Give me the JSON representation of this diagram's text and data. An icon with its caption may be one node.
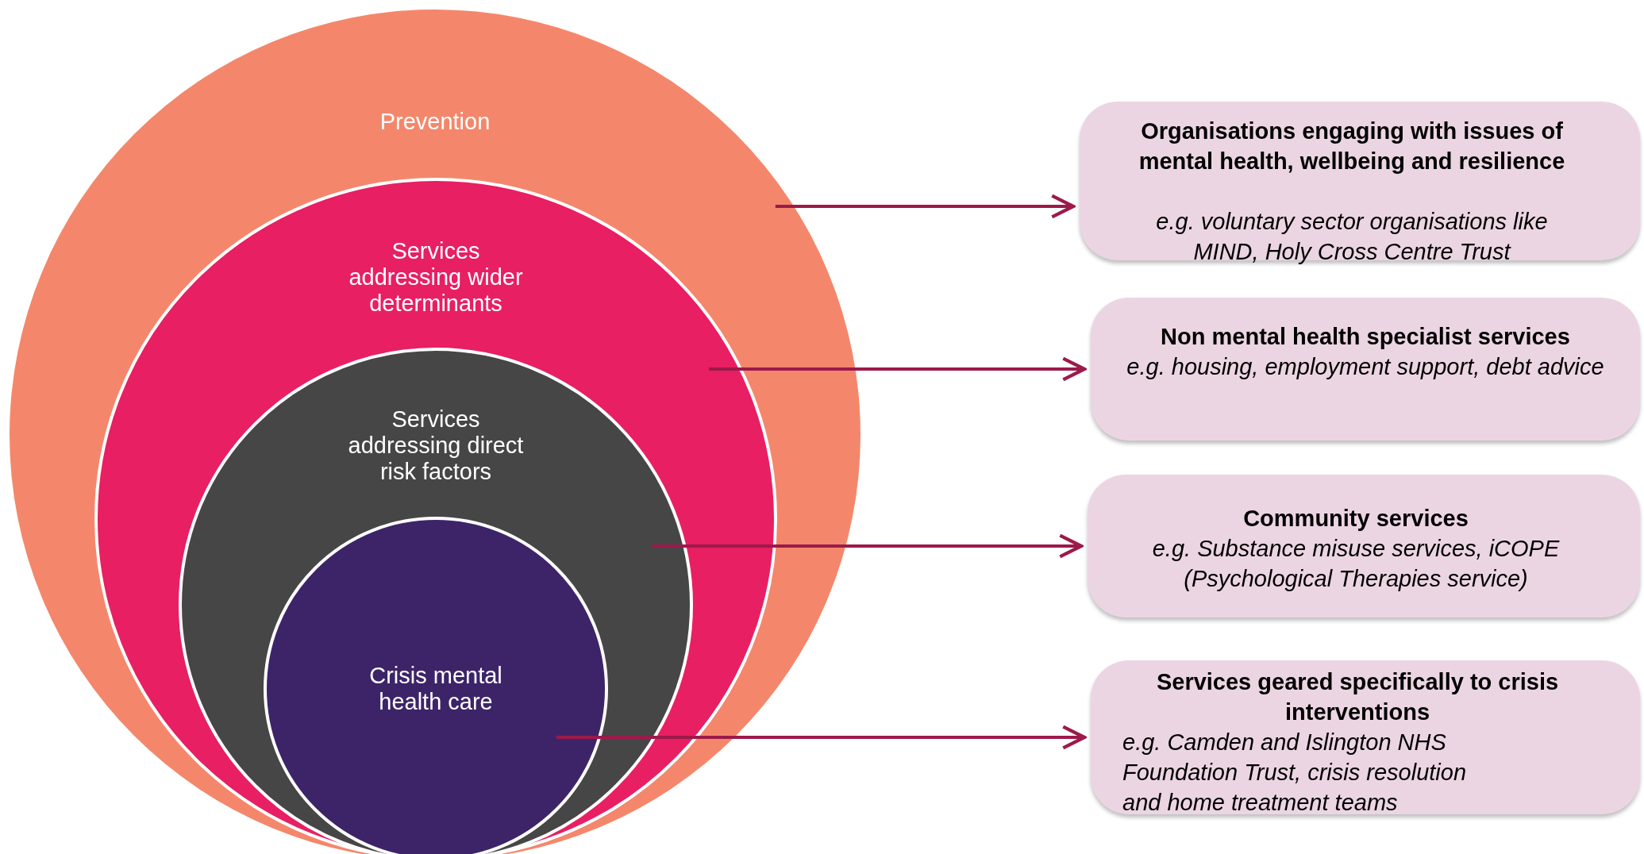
{
  "diagram": {
    "nodes": [
      {
        "text": [
          "Prevention"
        ]
      },
      {
        "text": [
          "Services addressing wider determinants"
        ],
        "in": 0
      },
      {
        "text": [
          "Services addressing direct risk factors"
        ],
        "in": 1
      },
      {
        "text": [
          "Crisis mental health care"
        ],
        "in": 2
      },
      {
        "text": [
          "Organisations engaging with issues of mental health, wellbeing and resilience",
          "e.g. voluntary sector organisations like MIND, Holy Cross Centre Trust"
        ]
      },
      {
        "text": [
          "Non mental health specialist services",
          "e.g. housing, employment support, debt advice"
        ]
      },
      {
        "text": [
          "Community services",
          "e.g. Substance misuse services, iCOPE (Psychological Therapies service)"
        ]
      },
      {
        "text": [
          "Services geared specifically to crisis interventions",
          "e.g. Camden and Islington NHS Foundation Trust, crisis resolution and home treatment teams"
        ]
      }
    ],
    "edges": [
      {
        "from": 0,
        "to": 4,
        "arrow": "to"
      },
      {
        "from": 1,
        "to": 5,
        "arrow": "to"
      },
      {
        "from": 2,
        "to": 6,
        "arrow": "to"
      },
      {
        "from": 3,
        "to": 7,
        "arrow": "to"
      }
    ]
  }
}
